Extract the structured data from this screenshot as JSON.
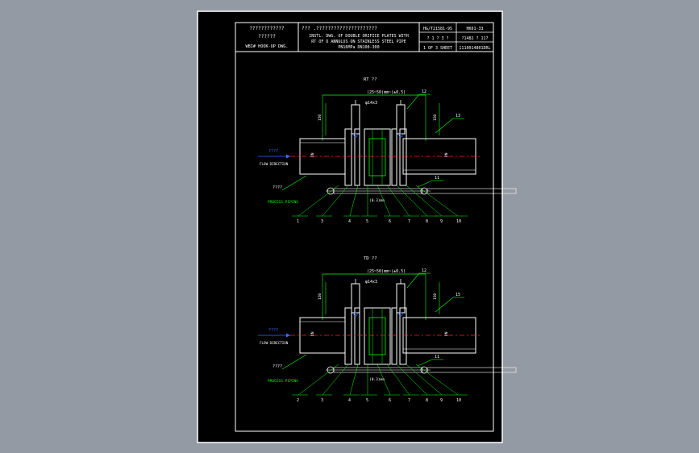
{
  "title_block": {
    "left_line1": "????????????",
    "left_line2": "??????",
    "left_line3": "WBI# HOOK-UP DWG.",
    "center_line1": "???  .?????????????????????",
    "center_line2": "INSTL. DWG. OF DOUBLE ORIFICE PLATES WITH",
    "center_line3": "RT OF D ANNULUS ON STAINLESS STEEL PIPE",
    "center_line4": "PN16MPa DN100-300",
    "right_top_left": "HG/T21581-95",
    "right_top_right": "HK01-33",
    "right_mid_left": "? 1 ? 3 ?",
    "right_mid_right": "?1482  ? 11?",
    "right_bot_left": "1 OF 3 SHEET",
    "right_bot_right": "1110014801DRL"
  },
  "views": [
    {
      "title": "RT ??",
      "top_dim": "(25~50)mm~(±0.5)",
      "bolt_dim": "φ14x3",
      "bore_dim": "(0.3)mm",
      "left_vertical_dim": "150",
      "right_vertical_dim": "150",
      "pipe_dim_left": "DN",
      "pipe_dim_right": "DN",
      "flow_label_cn": "????",
      "flow_label": "FLOW DIRECTION",
      "process_label_cn": "????",
      "process_label": "PROCESS PIPING",
      "callouts_top": [
        "12",
        "13",
        "11"
      ],
      "callouts_bottom": [
        "1",
        "3",
        "4",
        "5",
        "6",
        "7",
        "8",
        "9",
        "10"
      ]
    },
    {
      "title": "TD ??",
      "top_dim": "(25~50)mm~(±0.5)",
      "bolt_dim": "φ14x3",
      "bore_dim": "(0.3)mm",
      "left_vertical_dim": "120",
      "right_vertical_dim": "150",
      "pipe_dim_left": "DN",
      "pipe_dim_right": "DN",
      "flow_label_cn": "????",
      "flow_label": "FLOW DIRECTION",
      "process_label_cn": "????",
      "process_label": "PROCESS PIPING",
      "callouts_top": [
        "12",
        "15",
        "11"
      ],
      "callouts_bottom": [
        "2",
        "3",
        "4",
        "5",
        "6",
        "7",
        "8",
        "9",
        "10"
      ]
    }
  ],
  "colors": {
    "background": "#939aa3",
    "sheet": "#000000",
    "frame": "#ffffff",
    "dimension": "#00ff00",
    "centerline": "#ff2020",
    "flow_text": "#3a6cff",
    "part": "#ffffff"
  }
}
